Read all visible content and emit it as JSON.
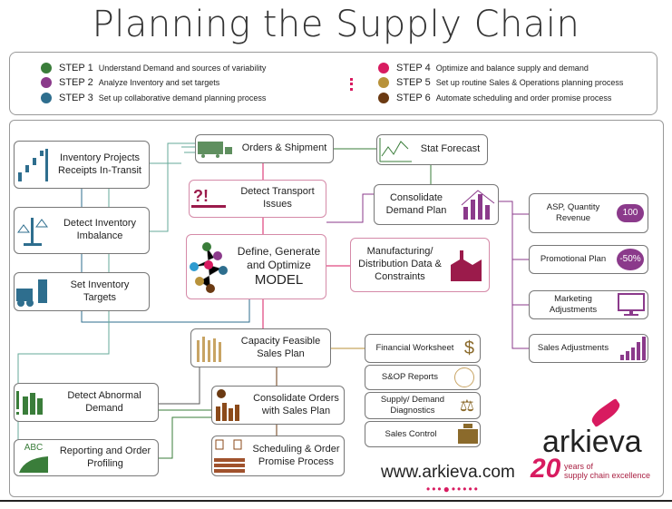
{
  "title": "Planning the Supply Chain",
  "steps": [
    {
      "label": "STEP 1",
      "text": "Understand Demand and sources of variability",
      "color": "#3a7d3a"
    },
    {
      "label": "STEP 2",
      "text": "Analyze Inventory and set targets",
      "color": "#8b3a8b"
    },
    {
      "label": "STEP 3",
      "text": "Set up collaborative demand planning process",
      "color": "#2e6e8e"
    },
    {
      "label": "STEP 4",
      "text": "Optimize and balance supply and demand",
      "color": "#d81b60"
    },
    {
      "label": "STEP 5",
      "text": "Set up routine Sales & Operations planning process",
      "color": "#b8923a"
    },
    {
      "label": "STEP 6",
      "text": "Automate scheduling and order promise process",
      "color": "#6b3a12"
    }
  ],
  "nodes": {
    "inv_projects": "Inventory Projects Receipts In-Transit",
    "inv_imbalance": "Detect Inventory Imbalance",
    "inv_targets": "Set Inventory Targets",
    "orders_shipment": "Orders & Shipment",
    "transport": "Detect Transport Issues",
    "model_a": "Define, Generate and Optimize",
    "model_b": "MODEL",
    "stat_forecast": "Stat Forecast",
    "demand_plan": "Consolidate Demand Plan",
    "manufacturing": "Manufacturing/ Distribution Data & Constraints",
    "asp": "ASP, Quantity Revenue",
    "asp_badge": "100",
    "promo": "Promotional Plan",
    "promo_badge": "-50%",
    "marketing": "Marketing Adjustments",
    "sales_adj": "Sales Adjustments",
    "capacity": "Capacity Feasible Sales Plan",
    "financial": "Financial Worksheet",
    "sop": "S&OP Reports",
    "diagnostics": "Supply/ Demand Diagnostics",
    "sales_control": "Sales Control",
    "abnormal": "Detect Abnormal Demand",
    "abc": "ABC",
    "reporting": "Reporting and Order Profiling",
    "cons_orders": "Consolidate Orders with Sales Plan",
    "scheduling": "Scheduling & Order Promise Process"
  },
  "brand": {
    "logo": "arkieva",
    "url": "www.arkieva.com",
    "years": "20",
    "tagline_1": "years of",
    "tagline_2": "supply chain excellence"
  }
}
